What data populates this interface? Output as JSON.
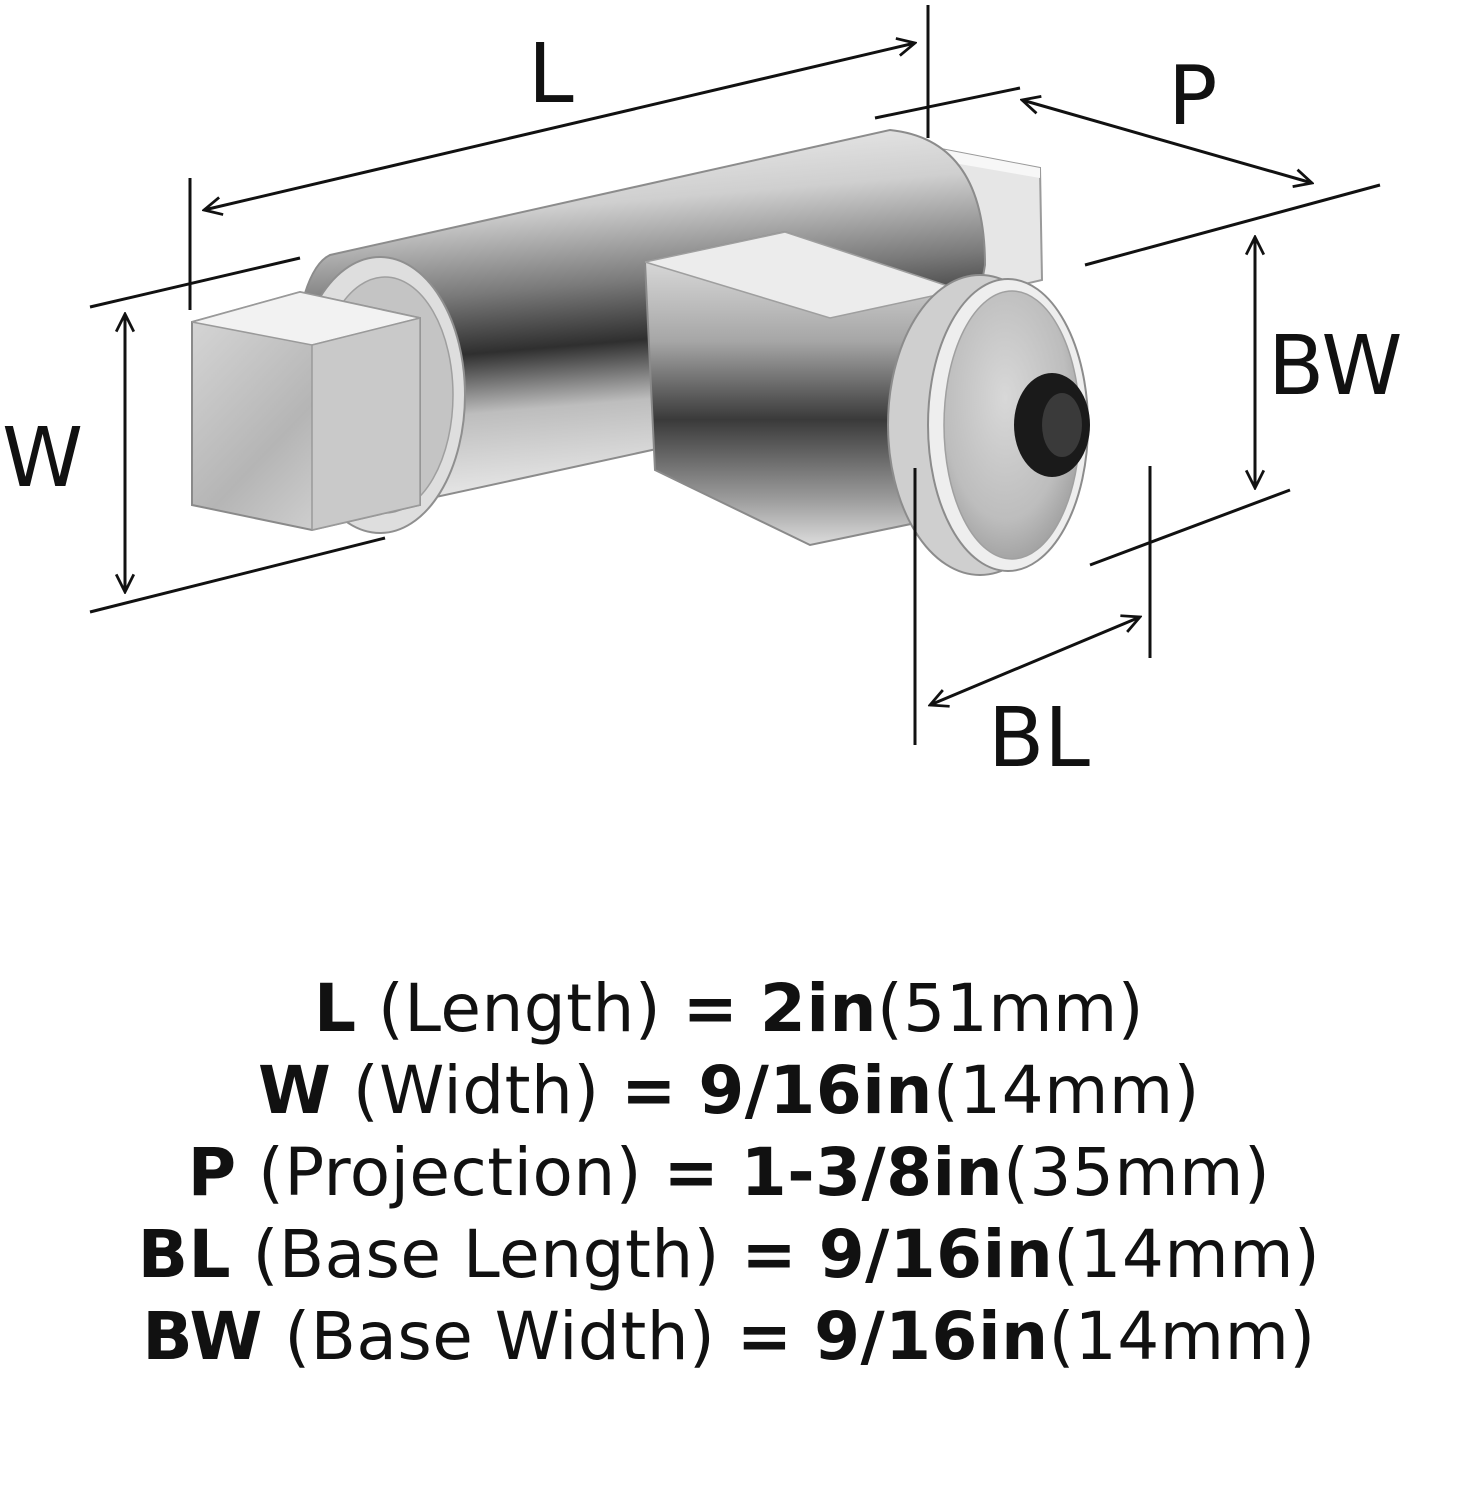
{
  "diagram": {
    "labels": {
      "length": "L",
      "width": "W",
      "projection": "P",
      "base_width": "BW",
      "base_length": "BL"
    }
  },
  "specs": [
    {
      "code": "L",
      "name": "(Length)",
      "eq": "=",
      "imperial": "2in",
      "metric": "(51mm)"
    },
    {
      "code": "W",
      "name": "(Width)",
      "eq": "=",
      "imperial": "9/16in",
      "metric": "(14mm)"
    },
    {
      "code": "P",
      "name": "(Projection)",
      "eq": "=",
      "imperial": "1-3/8in",
      "metric": "(35mm)"
    },
    {
      "code": "BL",
      "name": "(Base Length)",
      "eq": "=",
      "imperial": "9/16in",
      "metric": "(14mm)"
    },
    {
      "code": "BW",
      "name": "(Base Width)",
      "eq": "=",
      "imperial": "9/16in",
      "metric": "(14mm)"
    }
  ]
}
